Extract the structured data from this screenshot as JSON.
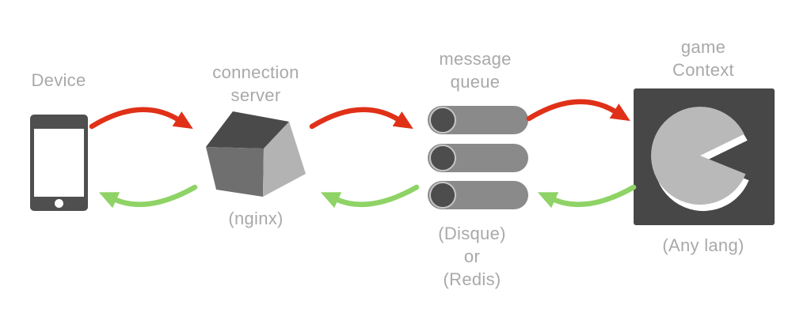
{
  "colors": {
    "label_gray": "#a9a9a9",
    "arrow_red": "#e03118",
    "arrow_green": "#8fd366",
    "node_dark": "#4f4f4f",
    "cube_top": "#4a4a4a",
    "cube_left": "#6f6f6f",
    "cube_right": "#b3b3b3",
    "pipe_body": "#8a8a8a",
    "pipe_cap": "#4d4d4d",
    "pipe_rim": "#c6c6c6",
    "game_square": "#474747",
    "pac_gray": "#b9b9b9"
  },
  "nodes": {
    "device": {
      "title": "Device"
    },
    "connection_server": {
      "title_line1": "connection",
      "title_line2": "server",
      "caption": "(nginx)"
    },
    "message_queue": {
      "title_line1": "message",
      "title_line2": "queue",
      "caption_line1": "(Disque)",
      "caption_line2": "or",
      "caption_line3": "(Redis)"
    },
    "game_context": {
      "title_line1": "game",
      "title_line2": "Context",
      "caption": "(Any lang)"
    }
  }
}
